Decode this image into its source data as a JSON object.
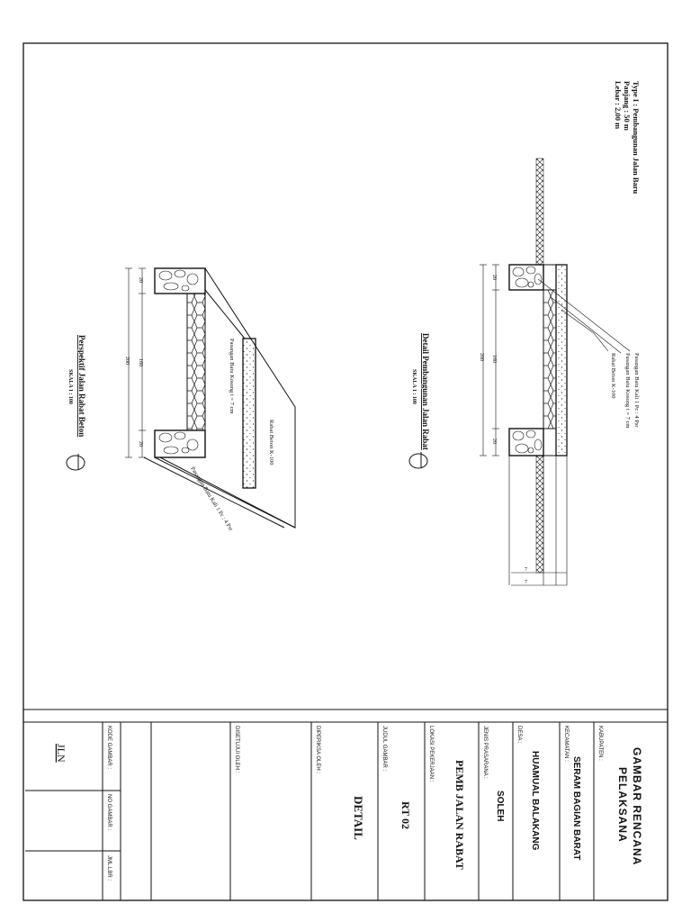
{
  "title_block": {
    "title_line1": "GAMBAR RENCANA",
    "title_line2": "PELAKSANA",
    "kabupaten_label": "KABUPATEN :",
    "kabupaten": "SERAM BAGIAN BARAT",
    "kecamatan_label": "KECAMATAN :",
    "kecamatan": "HUAMUAL BALAKANG",
    "desa_label": "DESA :",
    "desa": "SOLEH",
    "jenis_label": "JENIS PRASARANA :",
    "jenis": "PEMB JALAN RABAT",
    "lokasi_label": "LOKASI PEKERJAAN :",
    "lokasi": "RT 02",
    "judul_label": "JUDUL GAMBAR :",
    "judul": "DETAIL",
    "diperiksa_label": "DIPERIKSA OLEH :",
    "disetujui_label": "DISETUJUI OLEH :",
    "kode_label": "KODE GAMBAR :",
    "kode": "JLN",
    "no_label": "NO GAMBAR :",
    "jml_label": "JML.LBR :"
  },
  "notes": {
    "type": "Type I   : Pembangunan Jalan Baru",
    "panjang": "Panjang : 50 m",
    "lebar": "Lebar    : 2,00 m"
  },
  "detail_drawing": {
    "title": "Detail Pembangunan Jalan Rabat",
    "scale": "SKALA 1 : 100",
    "label_pasangan_batu_kali": "Pasangan Batu Kali 1 Pc : 4 Psr",
    "label_pasangan_batu_kosong": "Pasangan Batu Kosong t = 7 cm",
    "label_rabat_beton": "Rabat Beton K-100",
    "dim_total": "200",
    "dim_middle": "160",
    "dim_end_top": "20",
    "dim_end_bottom": "20",
    "dim_bottom_a": "7",
    "dim_bottom_b": "7"
  },
  "perspective_drawing": {
    "title": "Perspektif Jalan Rabat Beton",
    "scale": "SKALA 1 : 100",
    "label_pasangan_batu_kosong": "Pasangan Batu Kosong t = 7 cm",
    "label_rabat_beton": "Rabat Beton K-100",
    "label_pasangan_batu_kali": "Pasangan Batu Kali 1 Pc : 4 Psr",
    "dim_total": "200",
    "dim_middle": "160",
    "dim_end_top": "20",
    "dim_end_bottom": "20"
  }
}
